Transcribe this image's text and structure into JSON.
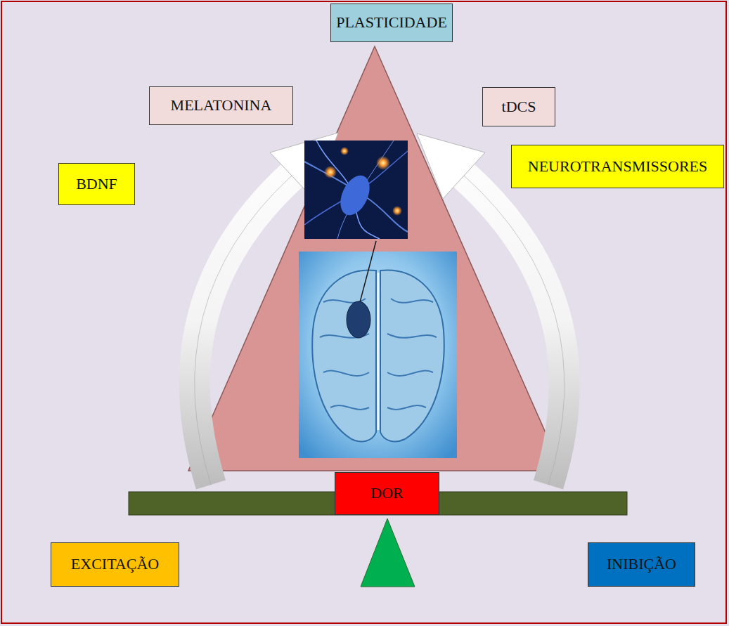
{
  "diagram": {
    "nodes": [
      {
        "text": [
          "PLASTICIDADE"
        ]
      },
      {
        "text": [
          "MELATONINA"
        ]
      },
      {
        "text": [
          "tDCS"
        ]
      },
      {
        "text": [
          "BDNF"
        ]
      },
      {
        "text": [
          "NEUROTRANSMISSORES"
        ]
      },
      {
        "text": [
          "DOR"
        ]
      },
      {
        "text": [
          "EXCITAÇÃO"
        ]
      },
      {
        "text": [
          "INIBIÇÃO"
        ]
      }
    ],
    "edges": []
  }
}
